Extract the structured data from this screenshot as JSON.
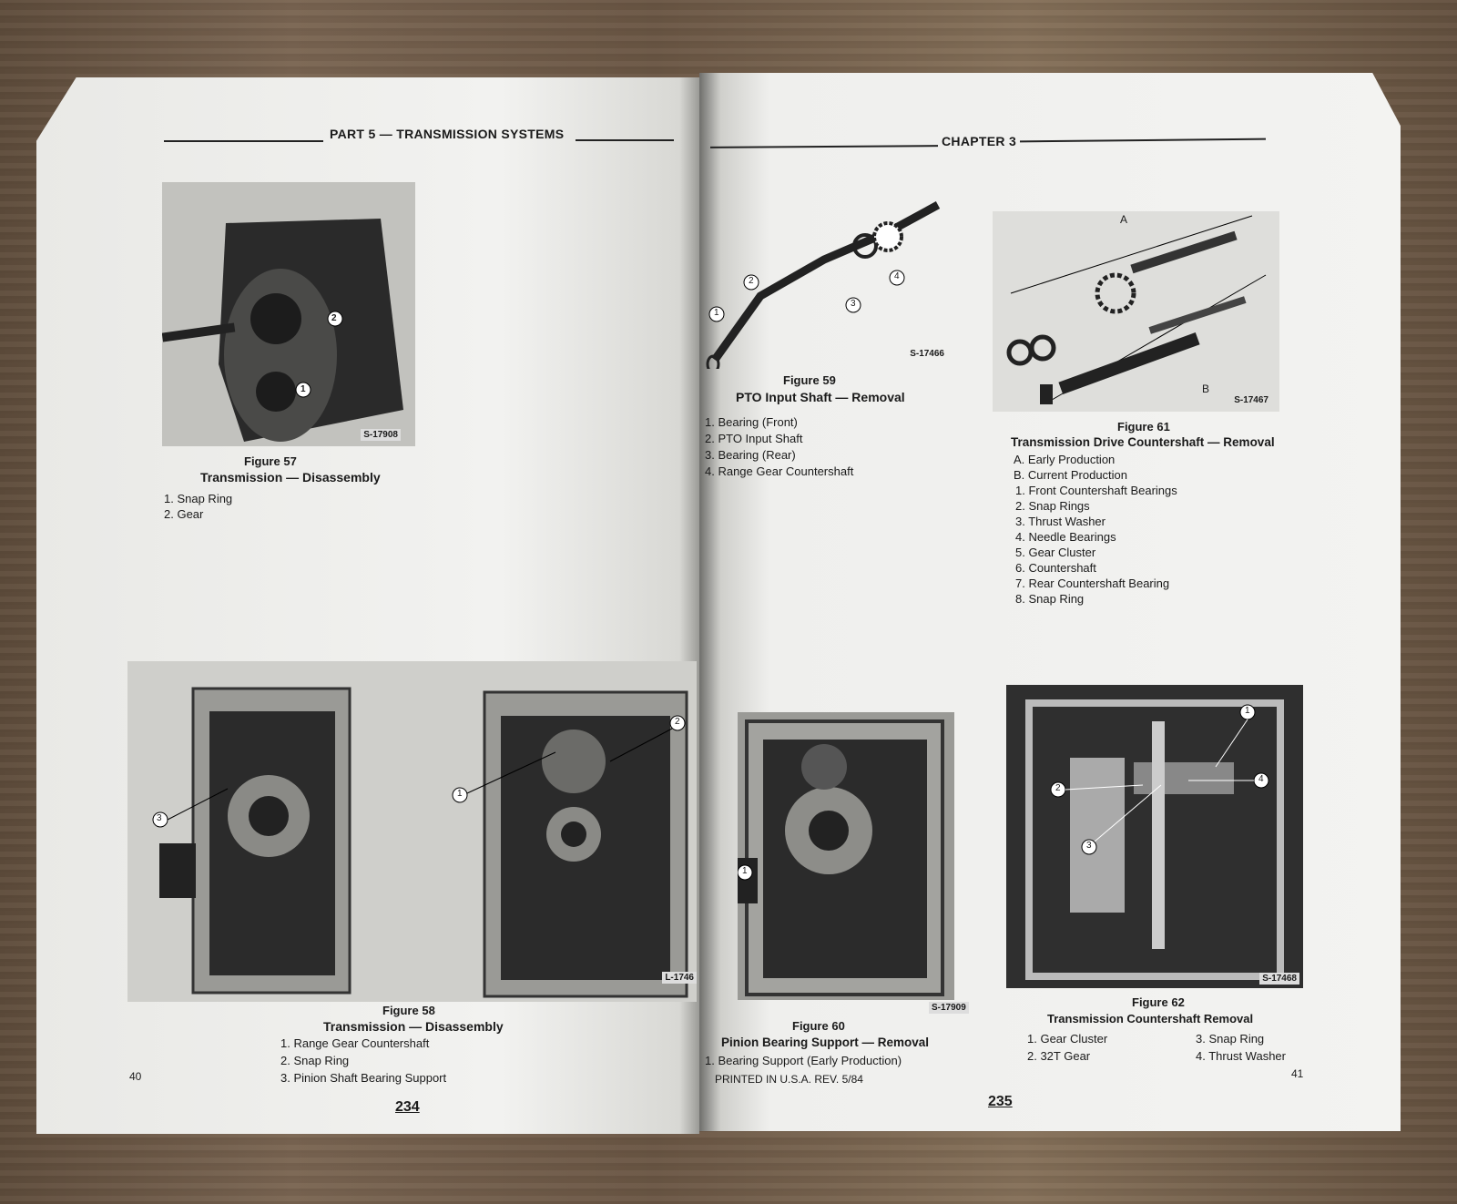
{
  "left_page": {
    "header": "PART 5 — TRANSMISSION SYSTEMS",
    "figure57": {
      "label": "Figure 57",
      "title": "Transmission — Disassembly",
      "code": "S-17908",
      "callouts": [
        "1",
        "2"
      ],
      "items": [
        "1. Snap Ring",
        "2. Gear"
      ]
    },
    "figure58": {
      "label": "Figure 58",
      "title": "Transmission — Disassembly",
      "code": "L-1746",
      "callouts": [
        "1",
        "2",
        "3"
      ],
      "items": [
        "1. Range Gear Countershaft",
        "2. Snap Ring",
        "3. Pinion Shaft Bearing Support"
      ]
    },
    "page_number": "40",
    "book_page": "234"
  },
  "right_page": {
    "header": "CHAPTER 3",
    "figure59": {
      "label": "Figure 59",
      "title": "PTO Input Shaft — Removal",
      "code": "S-17466",
      "callouts": [
        "1",
        "2",
        "3",
        "4"
      ],
      "items": [
        "1. Bearing (Front)",
        "2. PTO Input Shaft",
        "3. Bearing (Rear)",
        "4. Range Gear Countershaft"
      ]
    },
    "figure61": {
      "label": "Figure 61",
      "title": "Transmission Drive Countershaft — Removal",
      "code": "S-17467",
      "markers": [
        "A",
        "B"
      ],
      "items": [
        "A. Early Production",
        "B. Current Production",
        "1. Front Countershaft Bearings",
        "2. Snap Rings",
        "3. Thrust Washer",
        "4. Needle Bearings",
        "5. Gear Cluster",
        "6. Countershaft",
        "7. Rear Countershaft Bearing",
        "8. Snap Ring"
      ]
    },
    "figure60": {
      "label": "Figure 60",
      "title": "Pinion Bearing Support — Removal",
      "code": "S-17909",
      "callouts": [
        "1"
      ],
      "items": [
        "1. Bearing Support (Early Production)"
      ]
    },
    "figure62": {
      "label": "Figure 62",
      "title": "Transmission Countershaft Removal",
      "code": "S-17468",
      "callouts": [
        "1",
        "2",
        "3",
        "4"
      ],
      "items": [
        "1. Gear Cluster",
        "2. 32T Gear",
        "3. Snap Ring",
        "4. Thrust Washer"
      ]
    },
    "footer": "PRINTED IN U.S.A.   REV. 5/84",
    "page_number": "41",
    "book_page": "235"
  }
}
